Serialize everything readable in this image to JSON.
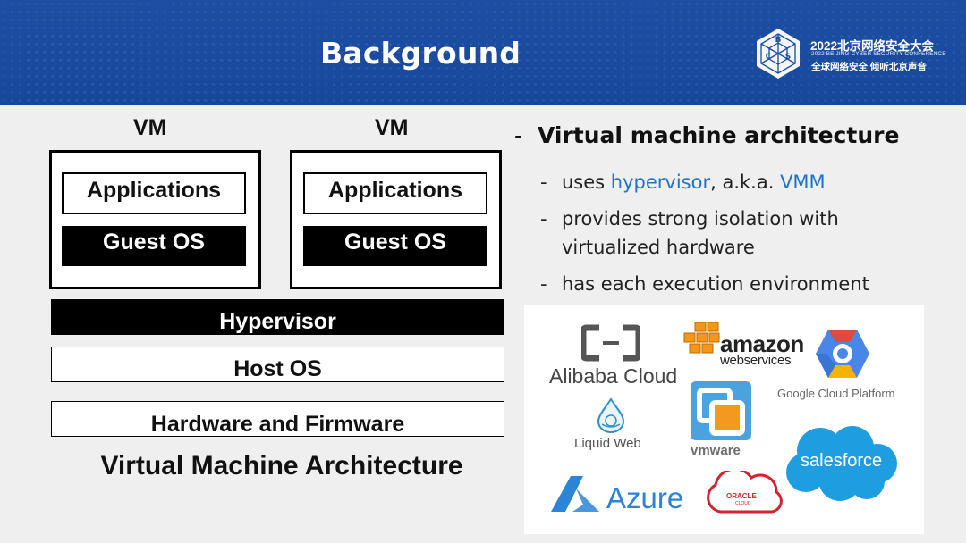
{
  "header": {
    "title": "Background",
    "conference_title": "2022北京网络安全大会",
    "conference_subtitle": "2022 BEIJING CYBER SECURITY CONFERENCE",
    "conference_slogan": "全球网络安全  倾听北京声音",
    "logo_letters": [
      "B",
      "C",
      "S"
    ],
    "color": "#1b4c9f"
  },
  "diagram": {
    "vm_label": "VM",
    "applications_label": "Applications",
    "guest_os_label": "Guest OS",
    "hypervisor_label": "Hypervisor",
    "host_os_label": "Host OS",
    "hardware_label": "Hardware and Firmware",
    "caption": "Virtual Machine Architecture"
  },
  "bullets": {
    "main": "Virtual machine architecture",
    "sub1_pre": "uses ",
    "sub1_hl1": "hypervisor",
    "sub1_mid": ", a.k.a. ",
    "sub1_hl2": "VMM",
    "sub2_line1": "provides strong isolation with",
    "sub2_line2": "virtualized hardware",
    "sub3": "has each execution environment",
    "highlight_color": "#1f73c8"
  },
  "logos": {
    "alibaba": "Alibaba Cloud",
    "liquid_web": "Liquid Web",
    "azure": "Azure",
    "amazon": "amazon",
    "aws": "webservices",
    "google": "Google Cloud Platform",
    "vmware": "vmware",
    "salesforce": "salesforce",
    "oracle": "ORACLE",
    "oracle_sub": "CLOUD"
  }
}
